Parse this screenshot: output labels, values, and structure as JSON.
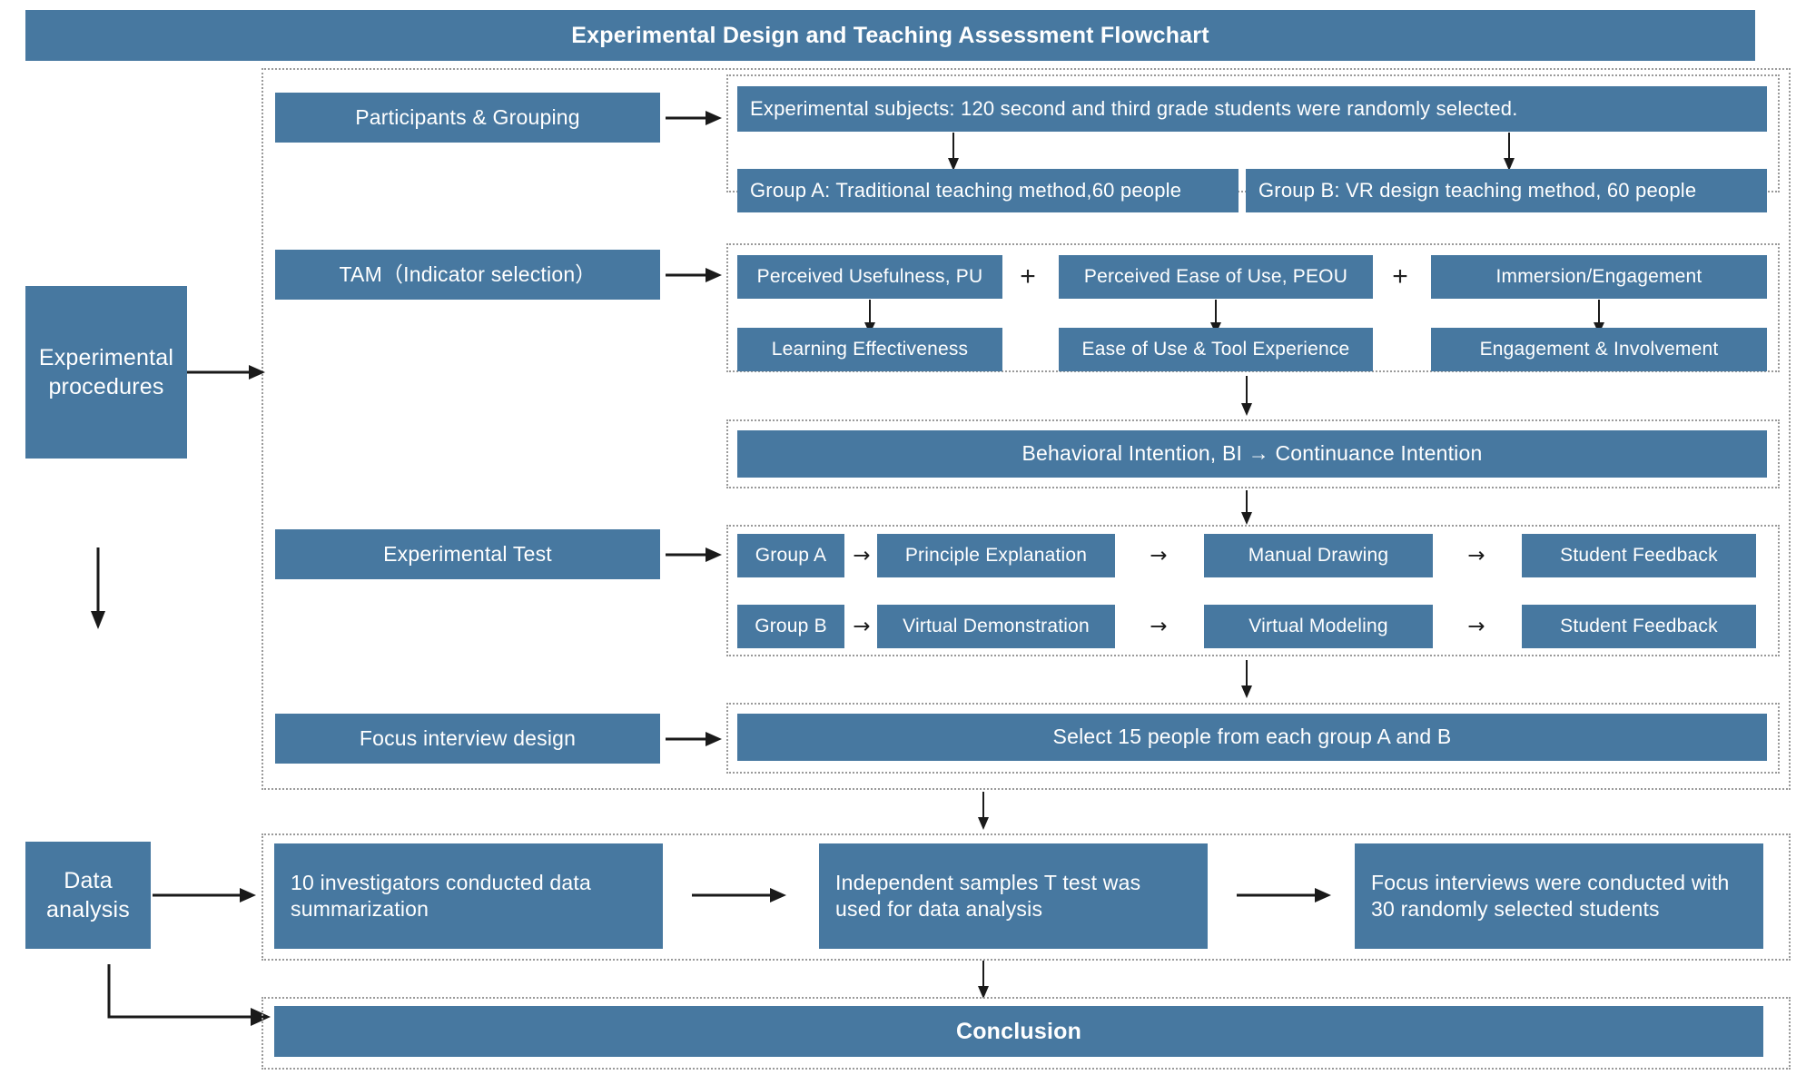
{
  "title": "Experimental Design and Teaching Assessment Flowchart",
  "colors": {
    "box_fill": "#4778A0",
    "box_text": "#ffffff",
    "frame_dotted": "#9a9a9a",
    "arrow": "#1a1a1a",
    "page_bg": "#ffffff"
  },
  "stages": {
    "experimental_procedures": "Experimental procedures",
    "data_analysis": "Data analysis"
  },
  "row_labels": {
    "participants": "Participants & Grouping",
    "tam": "TAM（Indicator selection）",
    "experimental_test": "Experimental Test",
    "focus_interview": "Focus interview design"
  },
  "participants": {
    "subjects": "Experimental subjects: 120 second and third grade students were randomly selected.",
    "group_a": "Group A: Traditional  teaching method,60 people",
    "group_b": "Group B: VR design teaching method, 60 people"
  },
  "tam": {
    "columns": [
      {
        "top": "Perceived Usefulness, PU",
        "bottom": "Learning Effectiveness"
      },
      {
        "top": "Perceived Ease of Use, PEOU",
        "bottom": "Ease of Use & Tool Experience"
      },
      {
        "top": "Immersion/Engagement",
        "bottom": "Engagement & Involvement"
      }
    ],
    "operator": "+",
    "behavioral_intention": "Behavioral Intention, BI  →  Continuance Intention"
  },
  "experimental_test": {
    "rows": [
      {
        "group": "Group A",
        "steps": [
          "Principle Explanation",
          "Manual Drawing",
          "Student Feedback"
        ]
      },
      {
        "group": "Group B",
        "steps": [
          "Virtual Demonstration",
          "Virtual Modeling",
          "Student Feedback"
        ]
      }
    ],
    "step_arrow": "→"
  },
  "focus_interview": {
    "selection": "Select 15 people from each group A and B"
  },
  "data_analysis": {
    "steps": [
      "10 investigators conducted data summarization",
      "Independent samples T test was used for data analysis",
      "Focus interviews were conducted with 30 randomly selected students"
    ]
  },
  "conclusion": {
    "label": "Conclusion"
  }
}
